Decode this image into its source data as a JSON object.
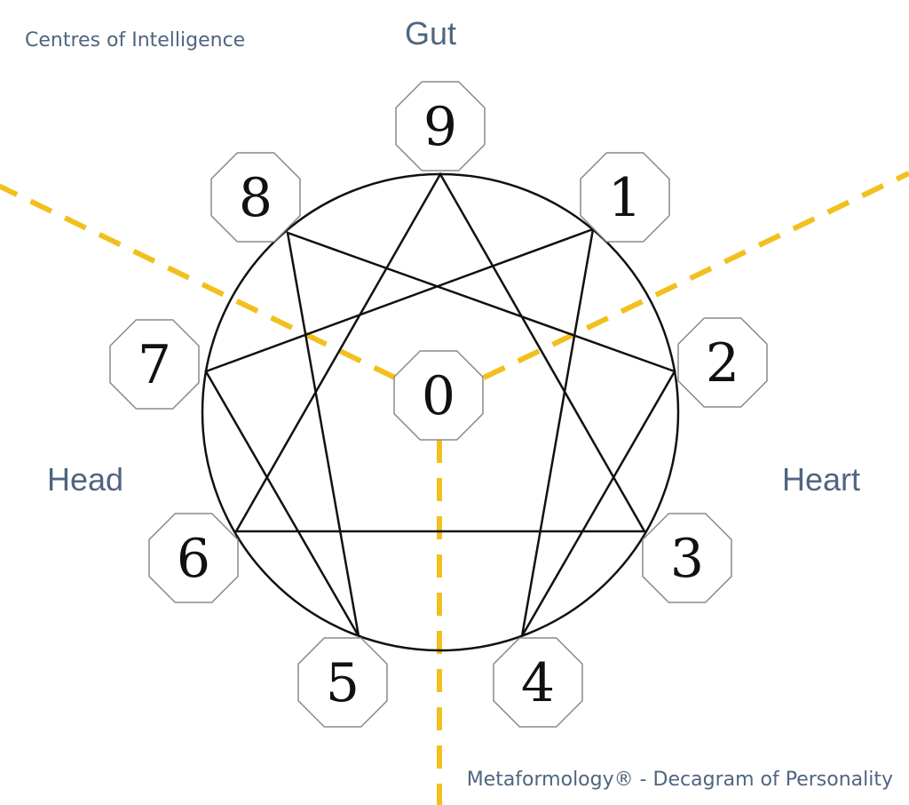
{
  "title": "Centres of Intelligence",
  "footer": "Metaformology® - Decagram of Personality",
  "centers": {
    "gut": "Gut",
    "head": "Head",
    "heart": "Heart"
  },
  "nodes": [
    {
      "label": "9"
    },
    {
      "label": "1"
    },
    {
      "label": "2"
    },
    {
      "label": "3"
    },
    {
      "label": "4"
    },
    {
      "label": "5"
    },
    {
      "label": "6"
    },
    {
      "label": "7"
    },
    {
      "label": "8"
    }
  ],
  "center_node": {
    "label": "0"
  },
  "colors": {
    "text": "#4f6580",
    "divider": "#f2c01e",
    "lines": "#111111",
    "octagon_stroke": "#8a8a8a"
  }
}
